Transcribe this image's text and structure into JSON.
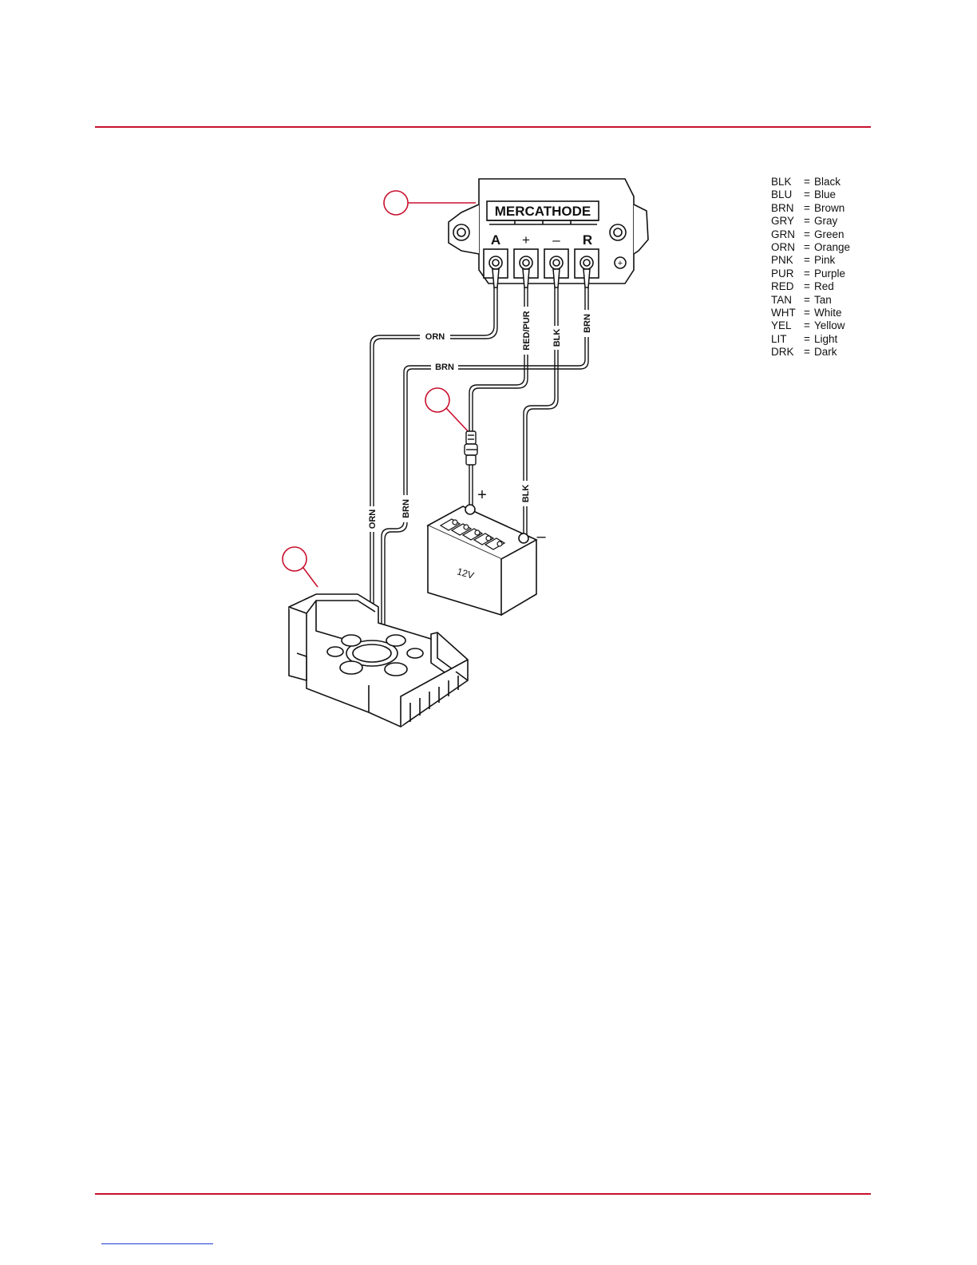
{
  "device": {
    "name": "MERCATHODE",
    "terminals": [
      "A",
      "+",
      "–",
      "R"
    ],
    "ground_symbol": "+"
  },
  "battery": {
    "label": "12V",
    "positive": "+",
    "negative": "–"
  },
  "wires": {
    "orn_horizontal": "ORN",
    "brn_horizontal": "BRN",
    "red_pur": "RED/PUR",
    "blk_upper": "BLK",
    "brn_right": "BRN",
    "blk_lower": "BLK",
    "orn_vertical": "ORN",
    "brn_vertical": "BRN"
  },
  "legend": [
    {
      "code": "BLK",
      "sep": "=",
      "name": "Black"
    },
    {
      "code": "BLU",
      "sep": "=",
      "name": "Blue"
    },
    {
      "code": "BRN",
      "sep": "=",
      "name": "Brown"
    },
    {
      "code": "GRY",
      "sep": "=",
      "name": "Gray"
    },
    {
      "code": "GRN",
      "sep": "=",
      "name": "Green"
    },
    {
      "code": "ORN",
      "sep": "=",
      "name": "Orange"
    },
    {
      "code": "PNK",
      "sep": "=",
      "name": "Pink"
    },
    {
      "code": "PUR",
      "sep": "=",
      "name": "Purple"
    },
    {
      "code": "RED",
      "sep": "=",
      "name": "Red"
    },
    {
      "code": "TAN",
      "sep": "=",
      "name": "Tan"
    },
    {
      "code": "WHT",
      "sep": "=",
      "name": "White"
    },
    {
      "code": "YEL",
      "sep": "=",
      "name": "Yellow"
    },
    {
      "code": "LIT",
      "sep": "=",
      "name": "Light"
    },
    {
      "code": "DRK",
      "sep": "=",
      "name": "Dark"
    }
  ],
  "colors": {
    "rule": "#c8102e",
    "callout": "#c8102e",
    "line": "#111111"
  }
}
